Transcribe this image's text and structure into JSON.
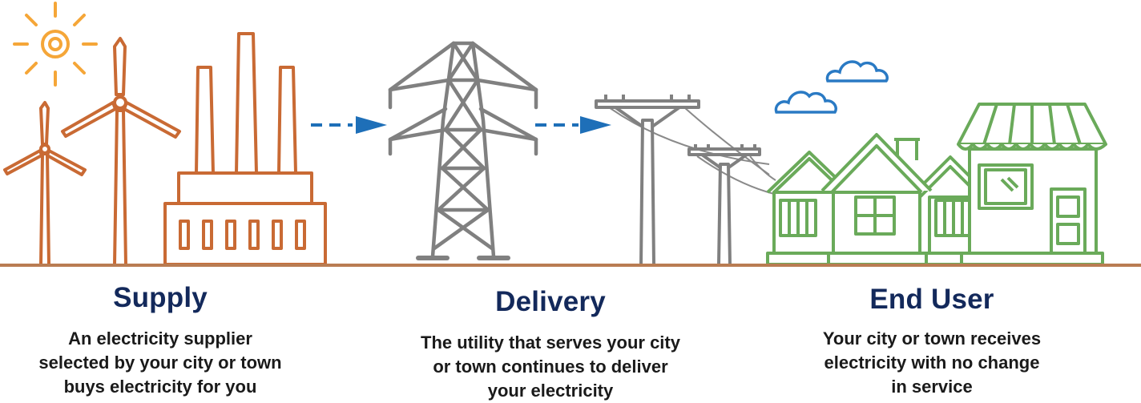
{
  "colors": {
    "supply": "#c96a34",
    "sun": "#f5a638",
    "delivery": "#808080",
    "end_user": "#6aaa5a",
    "arrow": "#1e6fb8",
    "cloud": "#2a7ac4",
    "ground": "#b97c52",
    "title": "#13295b",
    "text": "#1a1a1a"
  },
  "icons": [
    "sun-icon",
    "wind-turbine-icon",
    "factory-icon",
    "arrow-icon",
    "transmission-tower-icon",
    "utility-pole-icon",
    "cloud-icon",
    "house-icon",
    "storefront-icon"
  ],
  "stages": {
    "supply": {
      "title": "Supply",
      "description": "An electricity supplier\nselected by your city or town\nbuys electricity for you"
    },
    "delivery": {
      "title": "Delivery",
      "description": "The utility that serves your city\nor town continues to deliver\nyour electricity"
    },
    "end_user": {
      "title": "End User",
      "description": "Your city or town receives\nelectricity with no change\nin service"
    }
  }
}
